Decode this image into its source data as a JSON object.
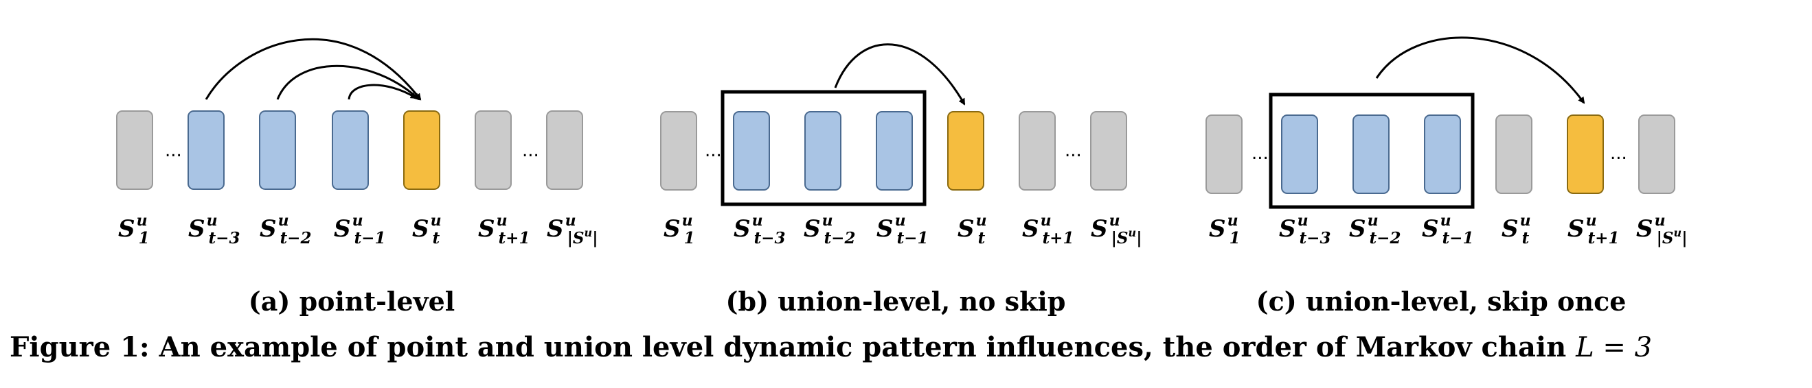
{
  "colors": {
    "gray_fill": "#cbcbcb",
    "gray_stroke": "#9a9a9a",
    "blue_fill": "#a9c4e4",
    "blue_stroke": "#4a6a90",
    "yellow_fill": "#f5bd3f",
    "yellow_stroke": "#8a6a10"
  },
  "labels": {
    "s1": {
      "main": "S",
      "sup": "u",
      "sub": "1"
    },
    "st3": {
      "main": "S",
      "sup": "u",
      "sub": "t−3"
    },
    "st2": {
      "main": "S",
      "sup": "u",
      "sub": "t−2"
    },
    "st1": {
      "main": "S",
      "sup": "u",
      "sub": "t−1"
    },
    "st": {
      "main": "S",
      "sup": "u",
      "sub": "t"
    },
    "stp1": {
      "main": "S",
      "sup": "u",
      "sub": "t+1"
    },
    "slast": {
      "main": "S",
      "sup": "u",
      "sub": "|S",
      "sub_sup": "u",
      "sub_end": "|"
    }
  },
  "ellipsis": "...",
  "panels": [
    {
      "id": "a",
      "caption": "(a) point-level"
    },
    {
      "id": "b",
      "caption": "(b) union-level, no skip"
    },
    {
      "id": "c",
      "caption": "(c) union-level, skip once"
    }
  ],
  "figure_caption": {
    "text": "Figure 1: An example of point and union level dynamic pattern influences, the order of Markov chain ",
    "math": "L = 3"
  }
}
